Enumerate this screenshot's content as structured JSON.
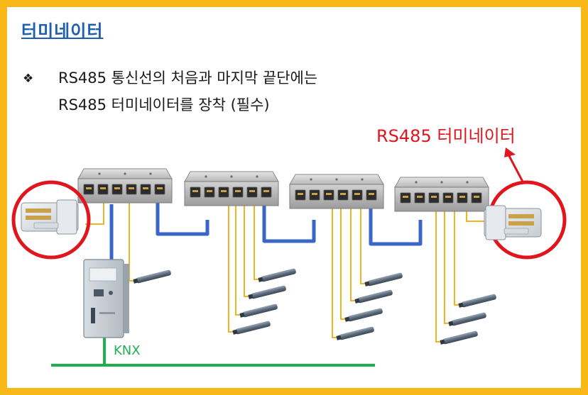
{
  "title": "터미네이터",
  "bullet": {
    "marker": "❖",
    "line1": "RS485 통신선의 처음과 마지막 끝단에는",
    "line2": "RS485 터미네이터를 장착 (필수)"
  },
  "terminator_label": "RS485 터미네이터",
  "bus_label": "KNX",
  "colors": {
    "frame": "#f7b818",
    "title": "#1f5fb0",
    "highlight": "#e0161e",
    "rs485_cable": "#3a66c8",
    "sensor_wire": "#f0b424",
    "knx_bus": "#20b050"
  },
  "icons": {
    "bullet": "diamond-bullet-icon",
    "terminator": "rj45-plug-icon",
    "splitter": "rj45-splitter-icon",
    "gateway": "knx-gateway-icon",
    "sensor": "temperature-probe-icon"
  }
}
